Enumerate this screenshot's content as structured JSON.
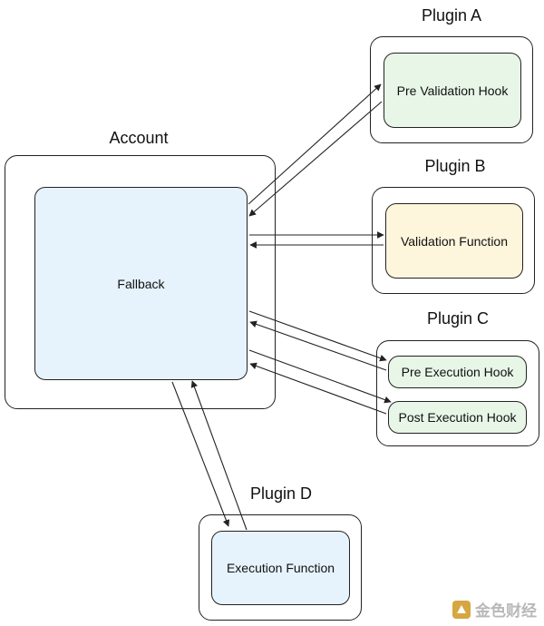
{
  "account": {
    "title": "Account",
    "fallback": "Fallback"
  },
  "plugin_a": {
    "title": "Plugin A",
    "hook": "Pre Validation Hook"
  },
  "plugin_b": {
    "title": "Plugin B",
    "function": "Validation Function"
  },
  "plugin_c": {
    "title": "Plugin C",
    "pre_hook": "Pre Execution Hook",
    "post_hook": "Post Execution Hook"
  },
  "plugin_d": {
    "title": "Plugin D",
    "function": "Execution Function"
  },
  "watermark": {
    "text": "金色财经"
  },
  "colors": {
    "green": "#e8f6e8",
    "yellow": "#fdf6dc",
    "blue": "#e6f3fc",
    "stroke": "#222222"
  }
}
